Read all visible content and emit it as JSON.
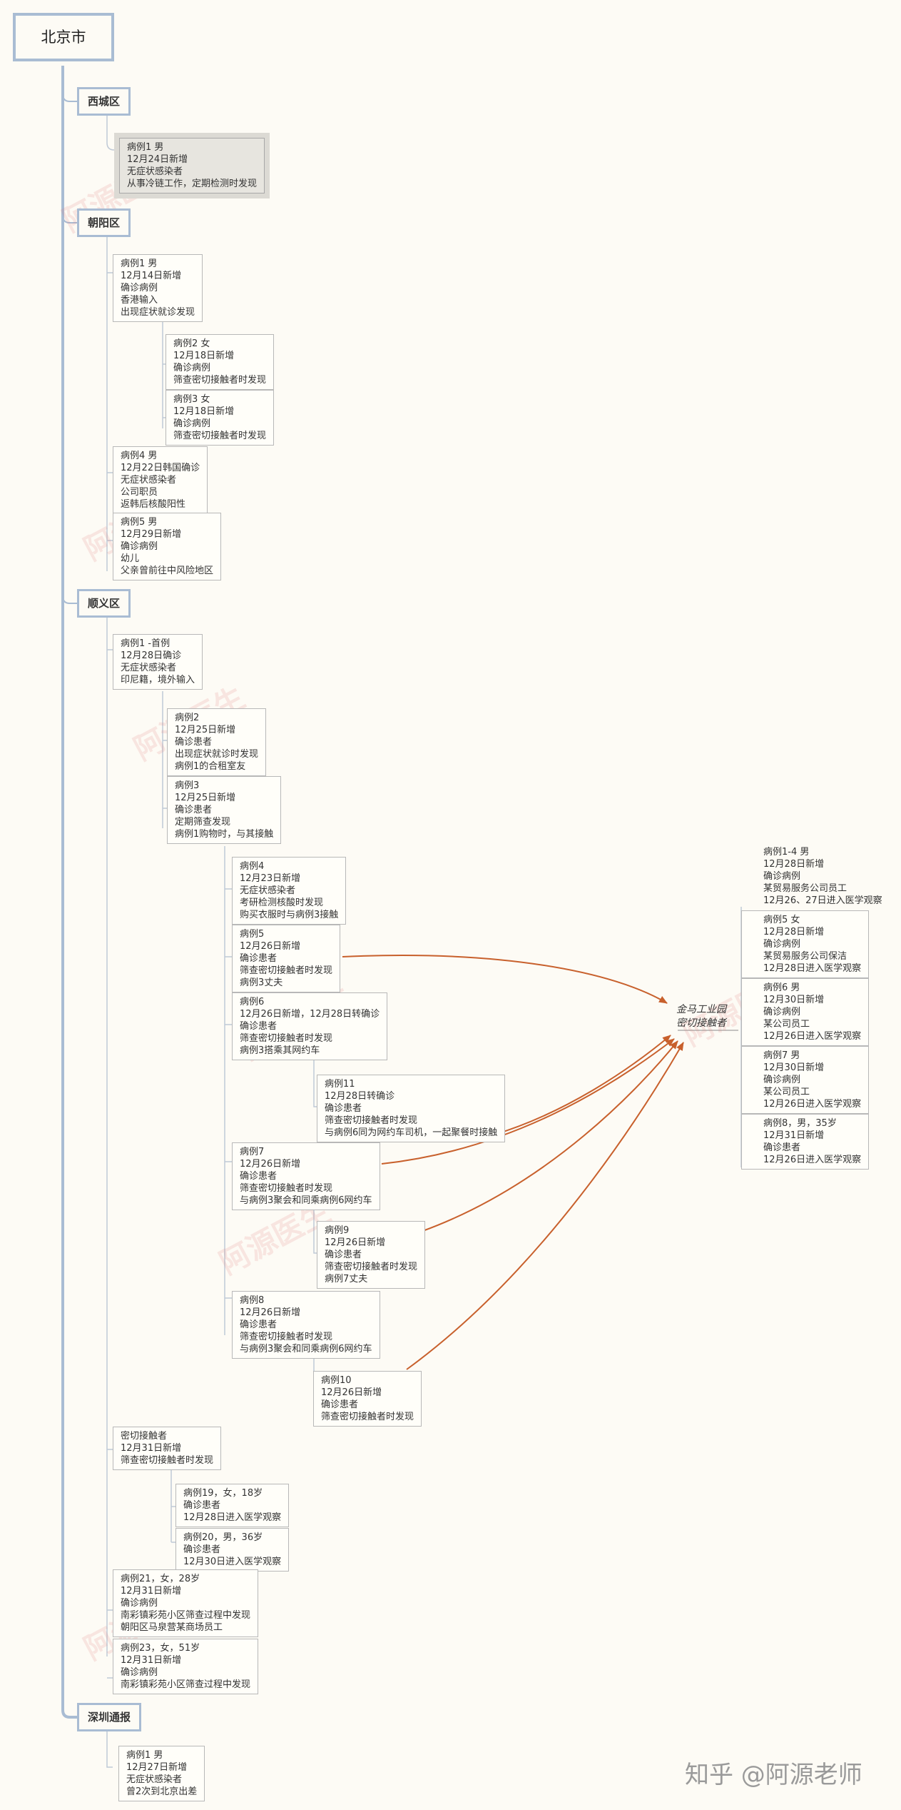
{
  "root": "北京市",
  "districts": {
    "xicheng": "西城区",
    "chaoyang": "朝阳区",
    "shunyi": "顺义区",
    "shenzhen": "深圳通报"
  },
  "cases": {
    "xc1": [
      "病例1 男",
      "12月24日新增",
      "无症状感染者",
      "从事冷链工作，定期检测时发现"
    ],
    "cy1": [
      "病例1 男",
      "12月14日新增",
      "确诊病例",
      "香港输入",
      "出现症状就诊发现"
    ],
    "cy2": [
      "病例2 女",
      "12月18日新增",
      "确诊病例",
      "筛查密切接触者时发现"
    ],
    "cy3": [
      "病例3 女",
      "12月18日新增",
      "确诊病例",
      "筛查密切接触者时发现"
    ],
    "cy4": [
      "病例4 男",
      "12月22日韩国确诊",
      "无症状感染者",
      "公司职员",
      "返韩后核酸阳性"
    ],
    "cy5": [
      "病例5 男",
      "12月29日新增",
      "确诊病例",
      "幼儿",
      "父亲曾前往中风险地区"
    ],
    "sy1": [
      "病例1 -首例",
      "12月28日确诊",
      "无症状感染者",
      "印尼籍，境外输入"
    ],
    "sy2": [
      "病例2",
      "12月25日新增",
      "确诊患者",
      "出现症状就诊时发现",
      "病例1的合租室友"
    ],
    "sy3": [
      "病例3",
      "12月25日新增",
      "确诊患者",
      "定期筛查发现",
      "病例1购物时，与其接触"
    ],
    "sy4": [
      "病例4",
      "12月23日新增",
      "无症状感染者",
      "考研检测核酸时发现",
      "购买衣服时与病例3接触"
    ],
    "sy5": [
      "病例5",
      "12月26日新增",
      "确诊患者",
      "筛查密切接触者时发现",
      "病例3丈夫"
    ],
    "sy6": [
      "病例6",
      "12月26日新增，12月28日转确诊",
      "确诊患者",
      "筛查密切接触者时发现",
      "病例3搭乘其网约车"
    ],
    "sy11": [
      "病例11",
      "12月28日转确诊",
      "确诊患者",
      "筛查密切接触者时发现",
      "与病例6同为网约车司机，一起聚餐时接触"
    ],
    "sy7": [
      "病例7",
      "12月26日新增",
      "确诊患者",
      "筛查密切接触者时发现",
      "与病例3聚会和同乘病例6网约车"
    ],
    "sy9": [
      "病例9",
      "12月26日新增",
      "确诊患者",
      "筛查密切接触者时发现",
      "病例7丈夫"
    ],
    "sy8": [
      "病例8",
      "12月26日新增",
      "确诊患者",
      "筛查密切接触者时发现",
      "与病例3聚会和同乘病例6网约车"
    ],
    "sy10": [
      "病例10",
      "12月26日新增",
      "确诊患者",
      "筛查密切接触者时发现"
    ],
    "mq": [
      "密切接触者",
      "12月31日新增",
      "筛查密切接触者时发现"
    ],
    "sy19": [
      "病例19，女，18岁",
      "确诊患者",
      "12月28日进入医学观察"
    ],
    "sy20": [
      "病例20，男，36岁",
      "确诊患者",
      "12月30日进入医学观察"
    ],
    "sy21": [
      "病例21，女，28岁",
      "12月31日新增",
      "确诊病例",
      "南彩镇彩苑小区筛查过程中发现",
      "朝阳区马泉营某商场员工"
    ],
    "sy23": [
      "病例23，女，51岁",
      "12月31日新增",
      "确诊病例",
      "南彩镇彩苑小区筛查过程中发现"
    ],
    "sz1": [
      "病例1 男",
      "12月27日新增",
      "无症状感染者",
      "曾2次到北京出差"
    ]
  },
  "hub": [
    "金马工业园",
    "密切接触者"
  ],
  "hub_cases": {
    "h14": [
      "病例1-4 男",
      "12月28日新增",
      "确诊病例",
      "某贸易服务公司员工",
      "12月26、27日进入医学观察"
    ],
    "h5": [
      "病例5 女",
      "12月28日新增",
      "确诊病例",
      "某贸易服务公司保洁",
      "12月28日进入医学观察"
    ],
    "h6": [
      "病例6 男",
      "12月30日新增",
      "确诊病例",
      "某公司员工",
      "12月26日进入医学观察"
    ],
    "h7": [
      "病例7 男",
      "12月30日新增",
      "确诊病例",
      "某公司员工",
      "12月26日进入医学观察"
    ],
    "h8": [
      "病例8，男，35岁",
      "12月31日新增",
      "确诊患者",
      "12月26日进入医学观察"
    ]
  },
  "watermark": "阿源医生",
  "brand": "知乎 @阿源老师",
  "colors": {
    "frame": "#a9bcd3",
    "line": "#a9bcd3",
    "arrow": "#c8602c"
  }
}
